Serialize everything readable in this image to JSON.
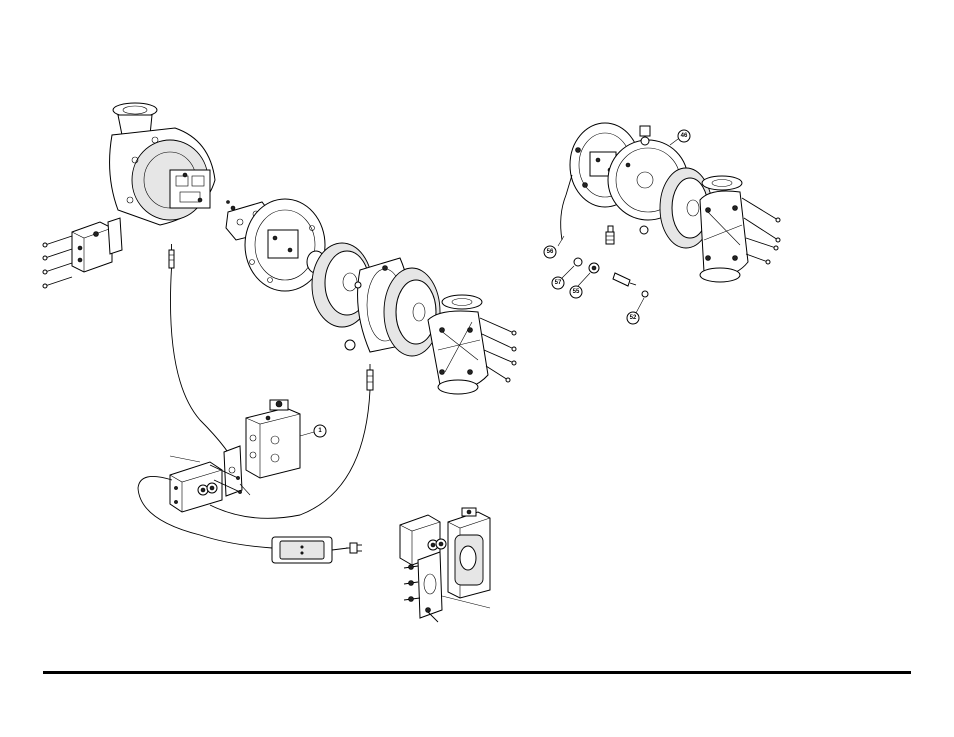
{
  "callouts": {
    "c1": "1",
    "c46": "46",
    "c56": "56",
    "c57": "57",
    "c55": "55",
    "c52": "52"
  },
  "colors": {
    "line": "#000000",
    "paper": "#ffffff",
    "shade": "#e6e6e6"
  }
}
